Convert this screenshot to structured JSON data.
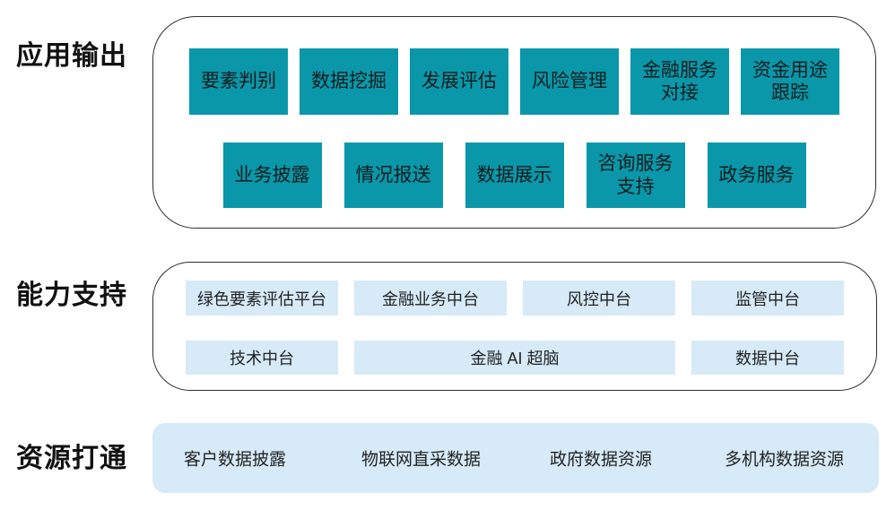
{
  "colors": {
    "teal_box": "#0997a9",
    "light_blue_box": "#d6eaf8",
    "panel_border": "#2e2e2e",
    "label_text": "#111111",
    "box_text": "#1a1a1a"
  },
  "app_output": {
    "label": "应用输出",
    "row1": [
      "要素判别",
      "数据挖掘",
      "发展评估",
      "风险管理",
      "金融服务\n对接",
      "资金用途\n跟踪"
    ],
    "row2": [
      "业务披露",
      "情况报送",
      "数据展示",
      "咨询服务\n支持",
      "政务服务"
    ]
  },
  "capability": {
    "label": "能力支持",
    "row1": [
      "绿色要素评估平台",
      "金融业务中台",
      "风控中台",
      "监管中台"
    ],
    "row2": [
      "技术中台",
      "金融 AI 超脑",
      "数据中台"
    ]
  },
  "resources": {
    "label": "资源打通",
    "items": [
      "客户数据披露",
      "物联网直采数据",
      "政府数据资源",
      "多机构数据资源"
    ]
  }
}
